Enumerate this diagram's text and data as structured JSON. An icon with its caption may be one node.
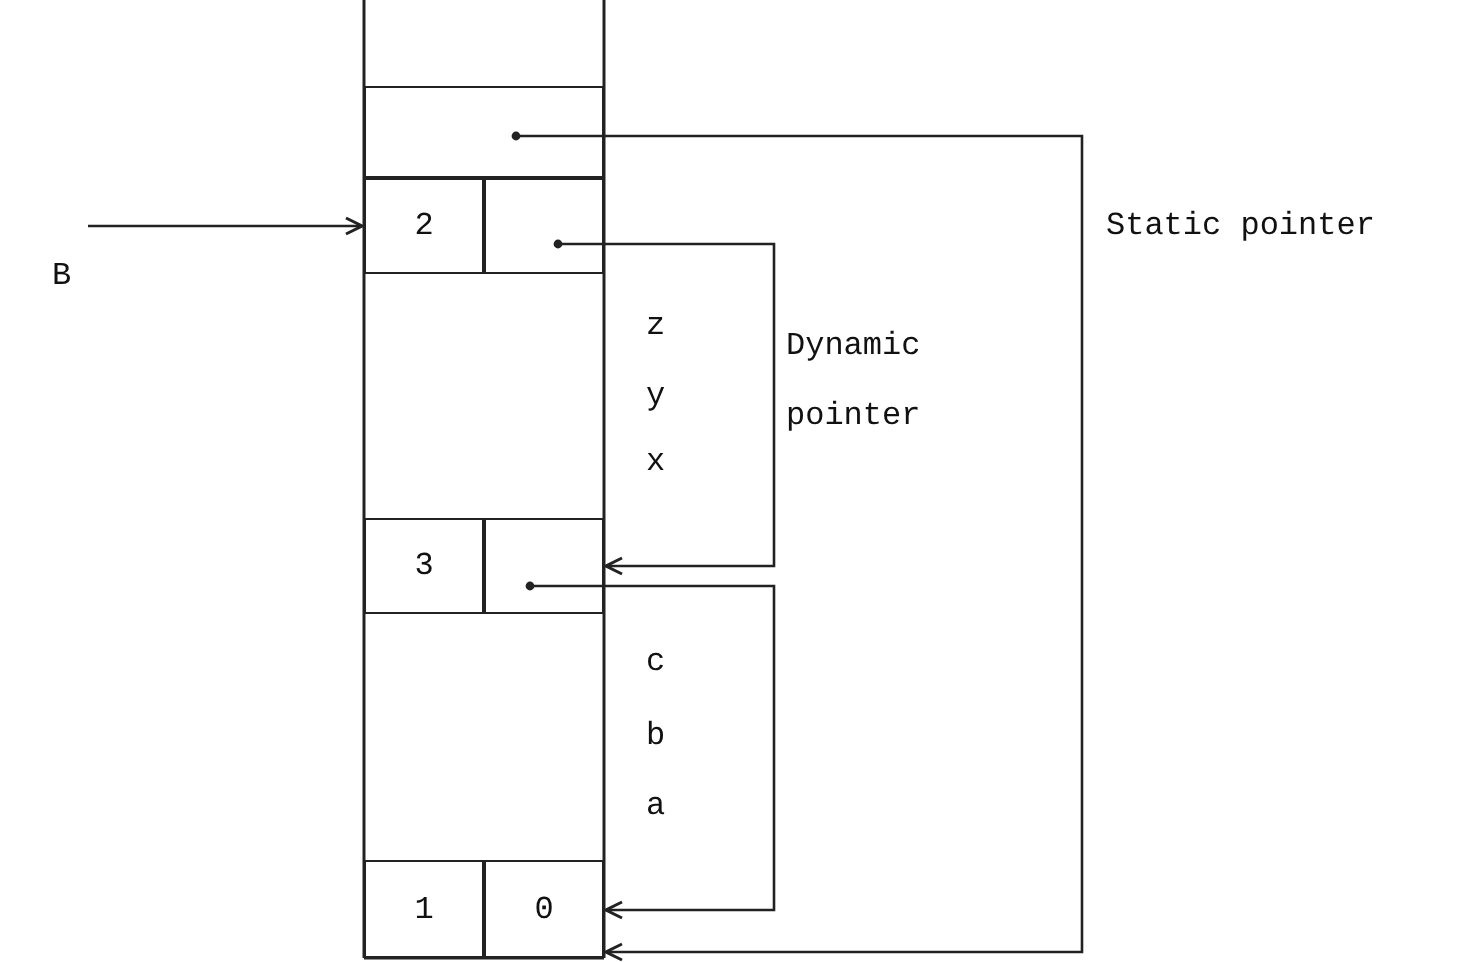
{
  "diagram": {
    "nodes": [
      {
        "text": [],
        "shape": "box"
      },
      {
        "text": [
          "2"
        ]
      },
      {
        "text": [],
        "shape": "box"
      },
      {
        "text": [
          "3"
        ]
      },
      {
        "text": [],
        "shape": "box"
      },
      {
        "text": [
          "1"
        ]
      },
      {
        "text": [
          "0"
        ]
      },
      {
        "text": [
          "B"
        ]
      }
    ],
    "edges": [
      {
        "from": 7,
        "to": 1,
        "arrow": "to"
      },
      {
        "from": 0,
        "to": 6,
        "arrow": "to",
        "label": "Static pointer"
      },
      {
        "from": 2,
        "to": 4,
        "arrow": "to",
        "label": "Dynamic pointer"
      },
      {
        "from": 4,
        "to": 6,
        "arrow": "to"
      }
    ],
    "labels": [
      "z",
      "y",
      "x",
      "c",
      "b",
      "a"
    ]
  }
}
